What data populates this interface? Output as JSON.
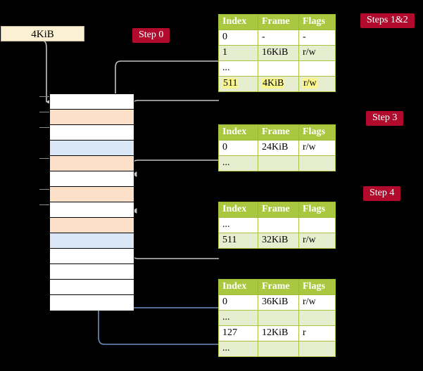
{
  "diagram": {
    "title_badges": [
      {
        "id": "step0",
        "label": "Step 0"
      },
      {
        "id": "steps12",
        "label": "Steps 1&2"
      },
      {
        "id": "step3",
        "label": "Step 3"
      },
      {
        "id": "step4",
        "label": "Step 4"
      }
    ],
    "virtual_address_box": {
      "label": "4KiB"
    },
    "colors": {
      "badge_bg": "#b10a2c",
      "badge_text": "#ffffff",
      "table_header_bg": "#aac83f",
      "table_header_text": "#ffffff",
      "table_alt_row_bg": "#e7eed0",
      "table_border": "#a9c23f",
      "highlight": "#fbf58e",
      "mem_orange": "#fde0c8",
      "mem_blue": "#d9e7f7",
      "mem_white": "#ffffff",
      "kib_box_bg": "#fbf0d2",
      "wire_gray": "#b9b9b9",
      "wire_blue": "#6a8fc0",
      "background": "#000000"
    },
    "columns": [
      "Index",
      "Frame",
      "Flags"
    ],
    "tables": [
      {
        "id": "table-level4",
        "rows": [
          {
            "index": "0",
            "frame": "-",
            "flags": "-",
            "style": "plain",
            "highlight": false
          },
          {
            "index": "1",
            "frame": "16KiB",
            "flags": "r/w",
            "style": "alt",
            "highlight": false
          },
          {
            "index": "...",
            "frame": "",
            "flags": "",
            "style": "plain",
            "highlight": false
          },
          {
            "index": "511",
            "frame": "4KiB",
            "flags": "r/w",
            "style": "alt",
            "highlight": true
          }
        ]
      },
      {
        "id": "table-level3",
        "rows": [
          {
            "index": "0",
            "frame": "24KiB",
            "flags": "r/w",
            "style": "plain",
            "highlight": false
          },
          {
            "index": "...",
            "frame": "",
            "flags": "",
            "style": "alt",
            "highlight": false
          }
        ]
      },
      {
        "id": "table-level2",
        "rows": [
          {
            "index": "...",
            "frame": "",
            "flags": "",
            "style": "plain",
            "highlight": false
          },
          {
            "index": "511",
            "frame": "32KiB",
            "flags": "r/w",
            "style": "alt",
            "highlight": false
          }
        ]
      },
      {
        "id": "table-level1",
        "rows": [
          {
            "index": "0",
            "frame": "36KiB",
            "flags": "r/w",
            "style": "plain",
            "highlight": false
          },
          {
            "index": "...",
            "frame": "",
            "flags": "",
            "style": "alt",
            "highlight": false
          },
          {
            "index": "127",
            "frame": "12KiB",
            "flags": "r",
            "style": "plain",
            "highlight": false
          },
          {
            "index": "...",
            "frame": "",
            "flags": "",
            "style": "alt",
            "highlight": false
          }
        ]
      }
    ],
    "memory_column": {
      "rows": [
        {
          "fill": "white"
        },
        {
          "fill": "orange"
        },
        {
          "fill": "white"
        },
        {
          "fill": "blue"
        },
        {
          "fill": "orange"
        },
        {
          "fill": "white"
        },
        {
          "fill": "orange"
        },
        {
          "fill": "white"
        },
        {
          "fill": "orange"
        },
        {
          "fill": "blue"
        },
        {
          "fill": "white"
        },
        {
          "fill": "white"
        },
        {
          "fill": "white"
        },
        {
          "fill": "white"
        }
      ]
    }
  }
}
